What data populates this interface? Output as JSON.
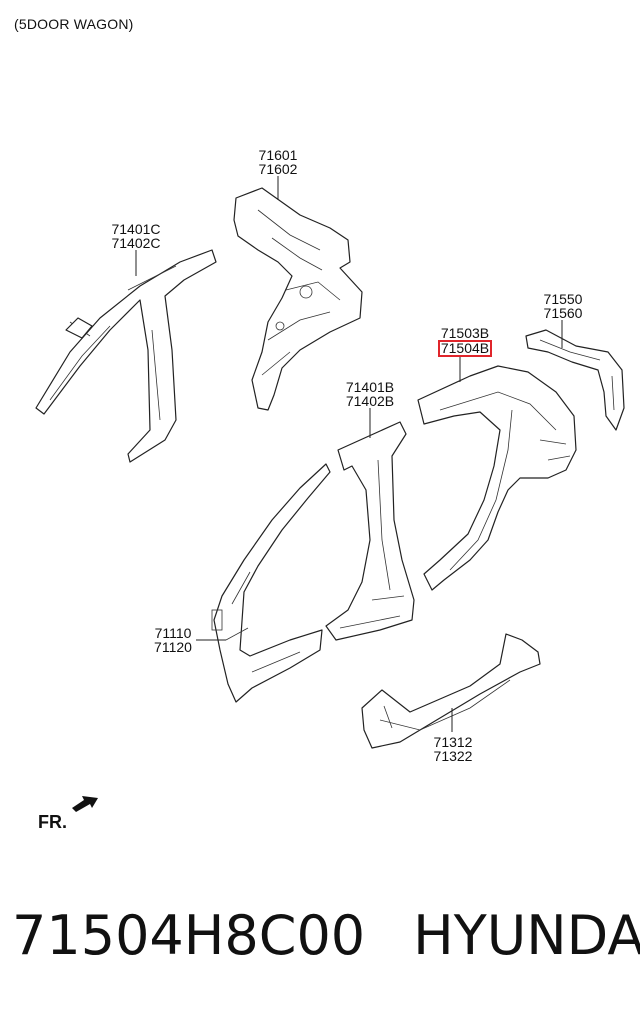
{
  "header": {
    "variant": "(5DOOR WAGON)"
  },
  "callouts": [
    {
      "id": "c71601",
      "lines": [
        "71601",
        "71602"
      ],
      "highlighted": false
    },
    {
      "id": "c71401c",
      "lines": [
        "71401C",
        "71402C"
      ],
      "highlighted": false
    },
    {
      "id": "c71550",
      "lines": [
        "71550",
        "71560"
      ],
      "highlighted": false
    },
    {
      "id": "c71503",
      "lines": [
        "71503B",
        "71504B"
      ],
      "highlighted": true,
      "highlight_line": 1
    },
    {
      "id": "c71401b",
      "lines": [
        "71401B",
        "71402B"
      ],
      "highlighted": false
    },
    {
      "id": "c71110",
      "lines": [
        "71110",
        "71120"
      ],
      "highlighted": false
    },
    {
      "id": "c71312",
      "lines": [
        "71312",
        "71322"
      ],
      "highlighted": false
    }
  ],
  "direction_marker": {
    "label": "FR."
  },
  "footer": {
    "part_number": "71504H8C00",
    "brand": "HYUNDAI"
  },
  "colors": {
    "highlight": "#e0252b",
    "line": "#222222",
    "background": "#ffffff"
  }
}
